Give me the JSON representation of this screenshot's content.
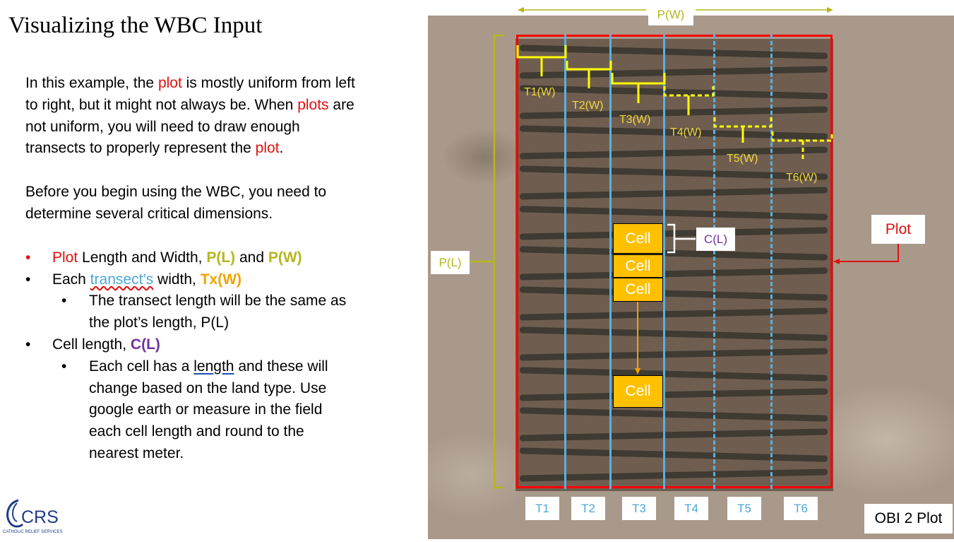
{
  "slide": {
    "title": "Visualizing the WBC Input",
    "para1": {
      "t1": "In this example, the ",
      "plot1": "plot",
      "t2": " is mostly uniform from left to right, but it might not always be. When ",
      "plot2": "plots",
      "t3": " are not uniform, you will need to draw enough transects to properly represent the ",
      "plot3": "plot",
      "t4": "."
    },
    "para2": "Before you begin using the WBC, you need to determine several critical dimensions.",
    "bullets": {
      "b1": {
        "plot": "Plot",
        "text": " Length and Width, ",
        "pl": "P(L)",
        "and": " and ",
        "pw": "P(W)"
      },
      "b2": {
        "pre": "Each ",
        "link": "transect’s",
        "text": " width, ",
        "tx": "Tx(W)"
      },
      "b2sub": "The transect length will be the same as the plot’s length, P(L)",
      "b3": {
        "text": "Cell length, ",
        "cl": "C(L)"
      },
      "b3sub": {
        "pre": "Each cell has a ",
        "u": "length",
        "post": " and these will change based on the land type. Use google earth or measure in the field each cell length and round to the nearest meter."
      }
    },
    "bullet_glyph": "•"
  },
  "logo": {
    "letters": "CRS",
    "tagline": "CATHOLIC RELIEF SERVICES"
  },
  "diagram": {
    "pw_label": "P(W)",
    "pl_label": "P(L)",
    "cl_label": "C(L)",
    "plot_label": "Plot",
    "caption": "OBI 2 Plot",
    "cell_label": "Cell",
    "transects": [
      "T1",
      "T2",
      "T3",
      "T4",
      "T5",
      "T6"
    ],
    "widths": [
      "T1(W)",
      "T2(W)",
      "T3(W)",
      "T4(W)",
      "T5(W)",
      "T6(W)"
    ],
    "colors": {
      "plot": "#ff0000",
      "transect": "#5ab0e0",
      "width": "#ffff00",
      "pw": "#b6b61e",
      "cell": "#ffc000",
      "arrow": "#f0a400"
    }
  }
}
